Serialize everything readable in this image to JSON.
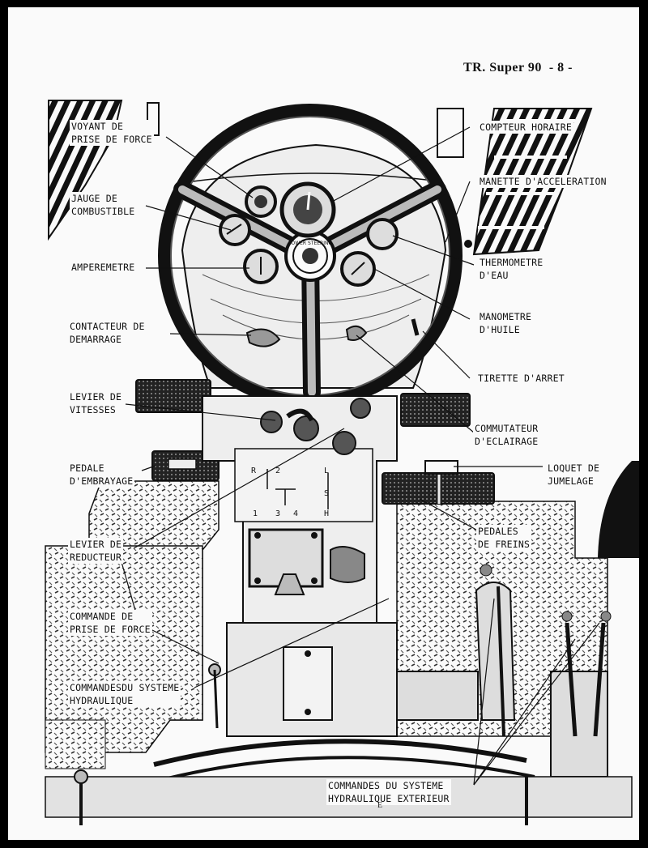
{
  "header": {
    "title": "TR. Super 90",
    "page": "- 8 -"
  },
  "labels": {
    "voyant_pdf": "VOYANT DE\nPRISE DE FORCE",
    "jauge": "JAUGE DE\nCOMBUSTIBLE",
    "amperemetre": "AMPEREMETRE",
    "contacteur": "CONTACTEUR DE\nDEMARRAGE",
    "levier_vitesses": "LEVIER DE\nVITESSES",
    "pedale_embrayage": "PEDALE\nD'EMBRAYAGE",
    "levier_reducteur": "LEVIER DE\nREDUCTEUR",
    "commande_pdf": "COMMANDE DE\nPRISE DE FORCE",
    "commandes_hydr": "COMMANDESDU SYSTEME\nHYDRAULIQUE",
    "compteur": "COMPTEUR HORAIRE",
    "manette": "MANETTE D'ACCELERATION",
    "thermometre": "THERMOMETRE\nD'EAU",
    "manometre": "MANOMETRE\nD'HUILE",
    "tirette": "TIRETTE D'ARRET",
    "commutateur": "COMMUTATEUR\nD'ECLAIRAGE",
    "loquet": "LOQUET DE\nJUMELAGE",
    "pedales_freins": "PEDALES\nDE FREINS",
    "commandes_ext": "COMMANDES DU SYSTEME\nHYDRAULIQUE EXTERIEUR"
  },
  "gearbox_markings": {
    "top": [
      "R",
      "2",
      "L"
    ],
    "middle": [
      "S"
    ],
    "bottom": [
      "1",
      "3",
      "4",
      "H"
    ]
  },
  "hub_text": "POWER STEERING",
  "footer_mark": "E",
  "colors": {
    "ink": "#111111",
    "paper": "#fafafa",
    "border": "#000000"
  }
}
